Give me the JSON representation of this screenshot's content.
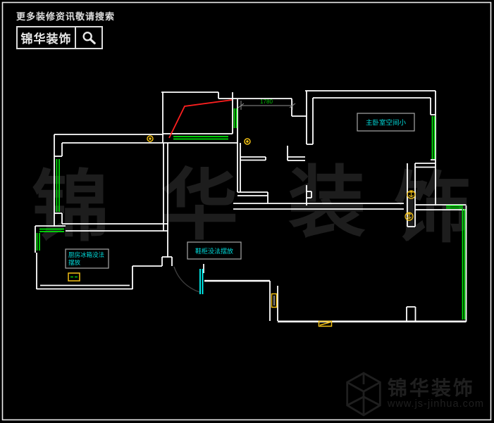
{
  "page": {
    "background": "#000000",
    "border_color": "#ededed"
  },
  "header": {
    "promo_text": "更多装修资讯敬请搜索",
    "brand_text": "锦华装饰",
    "search_icon": "magnifier"
  },
  "watermark": {
    "char1": "锦",
    "char2": "华",
    "char3": "装",
    "char4": "饰"
  },
  "floor_plan": {
    "dimension_label": "1780",
    "notes": {
      "master_bedroom": "主卧室空间小",
      "kitchen_line1": "厨房冰箱没法",
      "kitchen_line2": "摆放",
      "shoe_cabinet": "鞋柜没法摆放"
    },
    "legend_colors": {
      "wall": "#ffffff",
      "window": "#00e608",
      "route_highlight": "#ff2020",
      "door_panel": "#00ffff",
      "note_text": "#00dcdc",
      "dimension_text": "#00c000",
      "fixture_symbol": "#f2c014"
    }
  },
  "footer": {
    "brand_text": "锦华装饰",
    "url_text": "www.js-jinhua.com",
    "logo_icon": "wireframe-cube"
  }
}
